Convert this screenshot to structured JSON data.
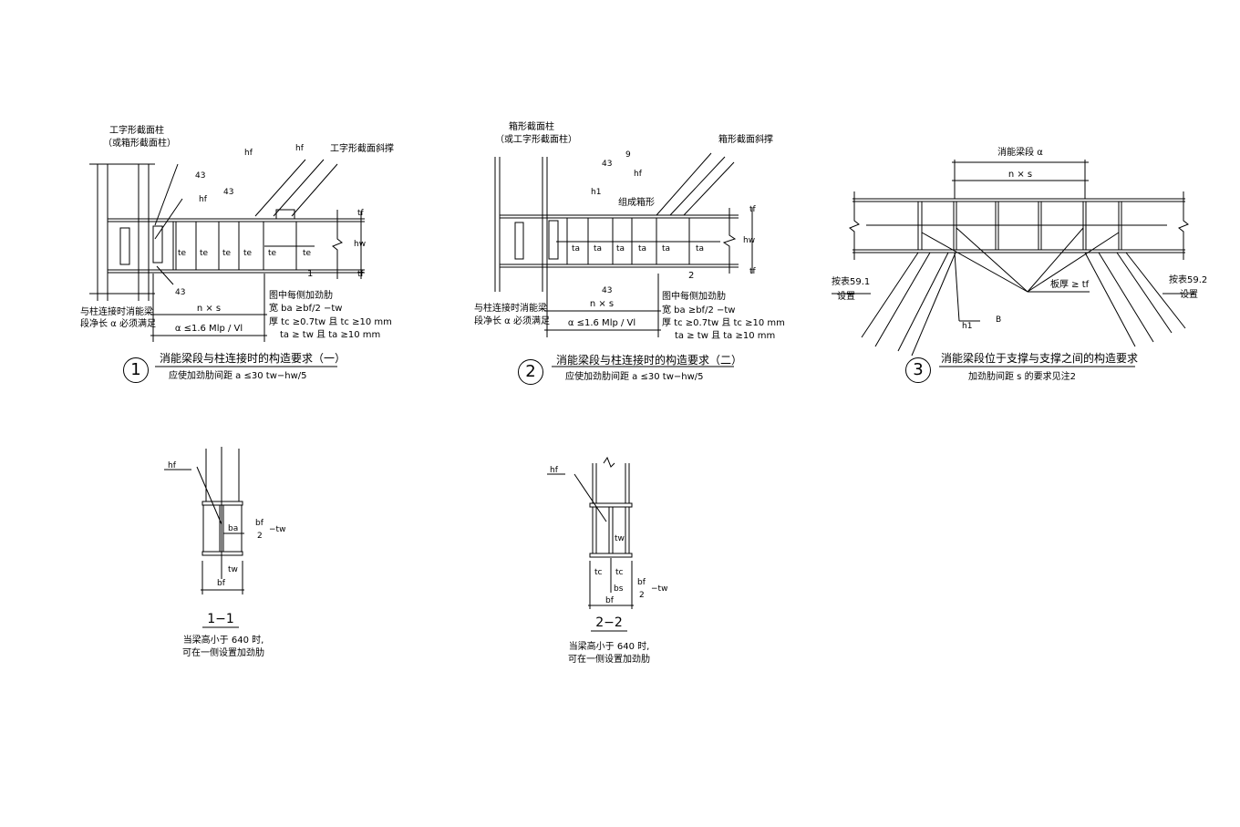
{
  "detail1": {
    "number": "1",
    "column_label": "工字形截面柱",
    "column_label_alt": "（或箱形截面柱）",
    "brace_label": "工字形截面斜撑",
    "weld_ref": "43",
    "hf": "hf",
    "tf": "tf",
    "hw": "hw",
    "section_mark": "1",
    "stiffener_label": "te",
    "length_note_1": "与柱连接时消能梁",
    "length_note_2": "段净长 α 必须满足",
    "dim_nxs": "n × s",
    "dim_a": "α ≤1.6 Mlp / Vl",
    "note_1": "图中每侧加劲肋",
    "note_2": "宽 ba ≥bf/2 −tw",
    "note_3": "厚 tc ≥0.7tw 且 tc ≥10 mm",
    "note_4": "ta ≥ tw 且 ta ≥10 mm",
    "title": "消能梁段与柱连接时的构造要求（一）",
    "subtitle": "应使加劲肋间距 a ≤30 tw−hw/5"
  },
  "detail2": {
    "number": "2",
    "column_label": "箱形截面柱",
    "column_label_alt": "（或工字形截面柱）",
    "brace_label": "箱形截面斜撑",
    "box_label": "组成箱形",
    "weld_ref": "43",
    "weld_ref_9": "9",
    "hf": "hf",
    "h1": "h1",
    "tf": "tf",
    "hw": "hw",
    "section_mark": "2",
    "stiffener_label": "ta",
    "length_note_1": "与柱连接时消能梁",
    "length_note_2": "段净长 α 必须满足",
    "dim_nxs": "n × s",
    "dim_a": "α ≤1.6 Mlp / Vl",
    "note_1": "图中每侧加劲肋",
    "note_2": "宽 ba ≥bf/2 −tw",
    "note_3": "厚 tc ≥0.7tw 且 tc ≥10 mm",
    "note_4": "ta ≥ tw 且 ta ≥10 mm",
    "title": "消能梁段与柱连接时的构造要求（二）",
    "subtitle": "应使加劲肋间距 a ≤30 tw−hw/5"
  },
  "detail3": {
    "number": "3",
    "dim_link": "消能梁段 α",
    "dim_nxs": "n × s",
    "left_note_1": "按表59.1",
    "left_note_2": "设置",
    "right_note_1": "按表59.2",
    "right_note_2": "设置",
    "plate_note": "板厚 ≥ tf",
    "weld": "h1",
    "weld_ref": "B",
    "title": "消能梁段位于支撑与支撑之间的构造要求",
    "subtitle": "加劲肋间距 s 的要求见注2"
  },
  "section11": {
    "title": "1−1",
    "hf": "hf",
    "ba": "ba",
    "ba_rule_num": "bf",
    "ba_rule_den": "2",
    "ba_rule_tail": "−tw",
    "tw": "tw",
    "bf": "bf",
    "note_1": "当梁高小于 640 时,",
    "note_2": "可在一侧设置加劲肋"
  },
  "section22": {
    "title": "2−2",
    "hf": "hf",
    "tw": "tw",
    "tc_left": "tc",
    "tc_right": "tc",
    "bs": "bs",
    "ba_rule_num": "bf",
    "ba_rule_den": "2",
    "ba_rule_tail": "−tw",
    "bf": "bf",
    "note_1": "当梁高小于 640 时,",
    "note_2": "可在一侧设置加劲肋"
  }
}
